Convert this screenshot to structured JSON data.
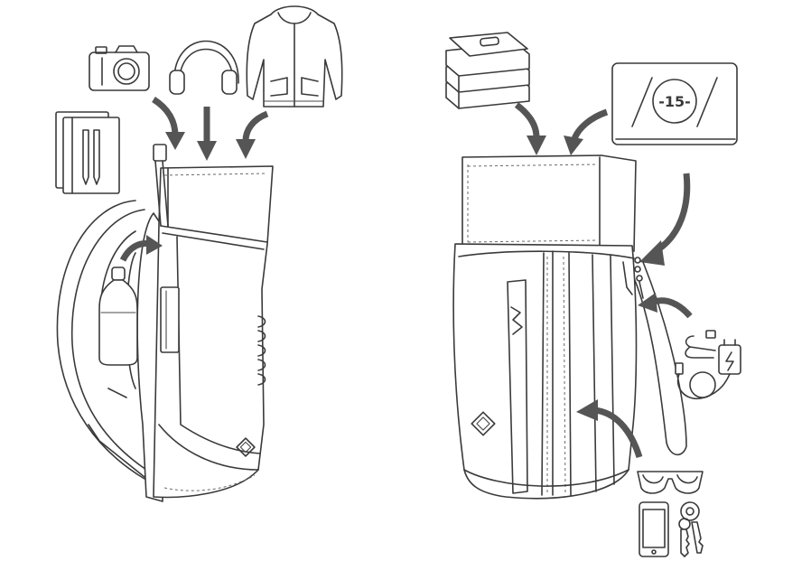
{
  "scene": {
    "left_group": {
      "items": [
        "camera-icon",
        "headphones-icon",
        "jacket-icon",
        "notebook-icon",
        "water-bottle-icon"
      ],
      "subject": "backpack-side-view"
    },
    "right_group": {
      "items": [
        "books-icon",
        "laptop-icon",
        "charger-cables-icon",
        "sunglasses-icon",
        "phone-icon",
        "keys-icon"
      ],
      "subject": "backpack-front-view"
    },
    "laptop_size_label": "-15-"
  },
  "colors": {
    "line": "#3a3a3a",
    "arrow": "#555555",
    "background": "#ffffff"
  }
}
